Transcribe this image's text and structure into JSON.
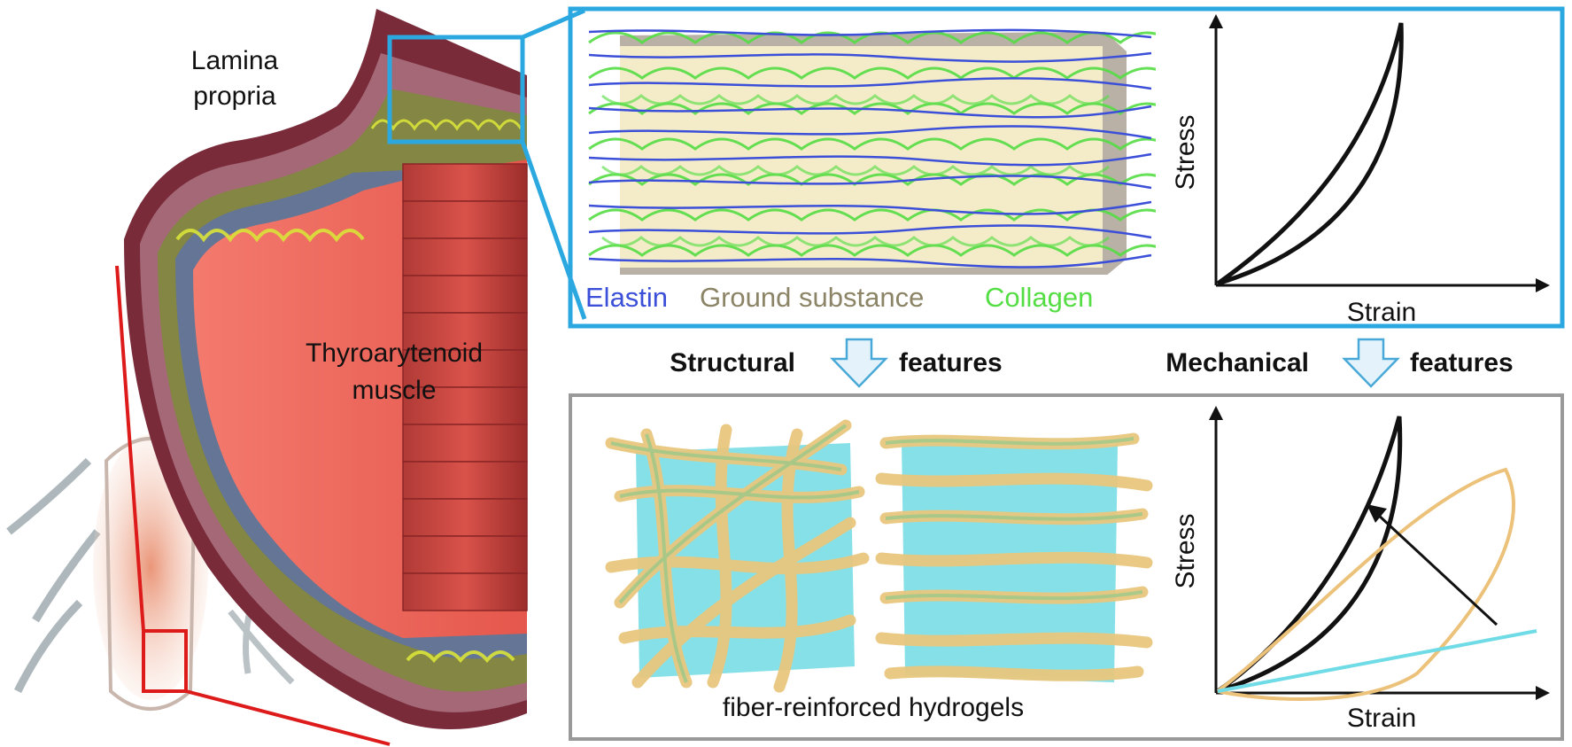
{
  "tissue": {
    "lamina_line1": "Lamina",
    "lamina_line2": "propria",
    "muscle_line1": "Thyroarytenoid",
    "muscle_line2": "muscle"
  },
  "native_panel": {
    "legend_elastin": "Elastin",
    "legend_ground": "Ground substance",
    "legend_collagen": "Collagen",
    "colors": {
      "elastin": "#3b4fd8",
      "ground": "#bdb58a",
      "collagen": "#55dd44",
      "frame": "#2ba8e0"
    }
  },
  "arrows": {
    "structural_label": "Structural",
    "structural_features": "features",
    "mechanical_label": "Mechanical",
    "mechanical_features": "features"
  },
  "hydrogel_panel": {
    "caption": "fiber-reinforced hydrogels",
    "colors": {
      "hydrogel": "#5ed6e0",
      "fiber": "#e8c77e",
      "frame": "#999999"
    }
  },
  "plots": {
    "native": {
      "xlabel": "Strain",
      "ylabel": "Stress"
    },
    "engineered": {
      "xlabel": "Strain",
      "ylabel": "Stress"
    }
  }
}
